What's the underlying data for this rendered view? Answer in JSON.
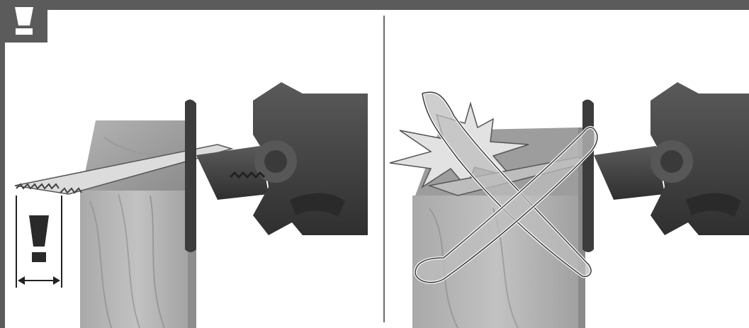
{
  "illustration": {
    "badge_icon": "warning-exclamation-icon",
    "panels": [
      {
        "id": "correct-usage",
        "status": "correct",
        "marker": "exclamation-measure"
      },
      {
        "id": "incorrect-usage",
        "status": "wrong",
        "marker": "cross-mark"
      }
    ],
    "colors": {
      "frame": "#5b5b5b",
      "wood": "#b7b7b7",
      "saw_body": "#4a4a4a",
      "blade": "#d4d4d4",
      "burst": "#e2e2e2"
    }
  }
}
